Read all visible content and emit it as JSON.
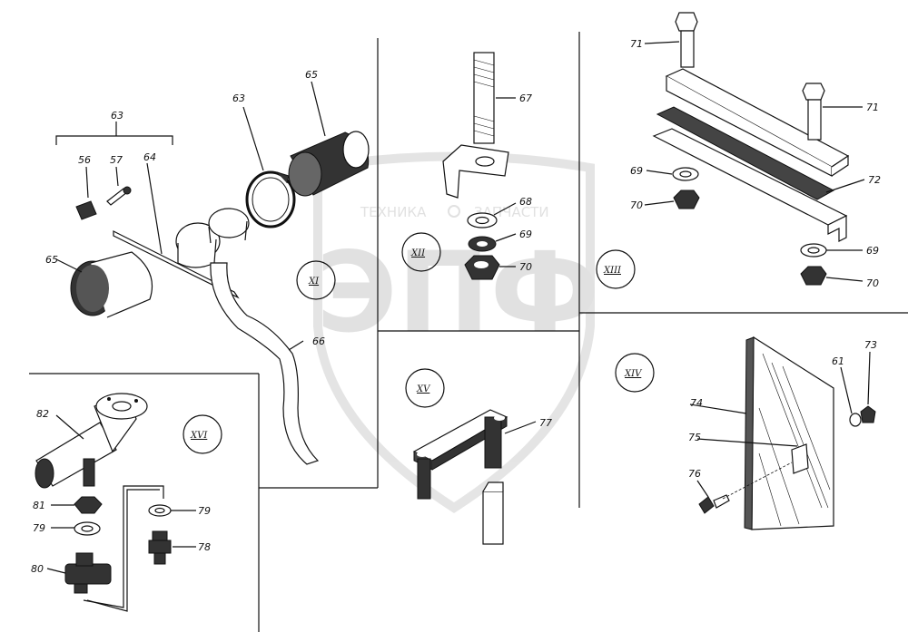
{
  "watermark": {
    "text_left": "ТЕХНИКА",
    "text_right": "ЗАПЧАСТИ",
    "logo": "ЭПФ"
  },
  "sections": [
    {
      "id": "sec-xi",
      "label": "XI"
    },
    {
      "id": "sec-xii",
      "label": "XII"
    },
    {
      "id": "sec-xiii",
      "label": "XIII"
    },
    {
      "id": "sec-xiv",
      "label": "XIV"
    },
    {
      "id": "sec-xv",
      "label": "XV"
    },
    {
      "id": "sec-xvi",
      "label": "XVI"
    }
  ],
  "callouts": [
    {
      "id": "c63a",
      "text": "63"
    },
    {
      "id": "c56",
      "text": "56"
    },
    {
      "id": "c57",
      "text": "57"
    },
    {
      "id": "c64",
      "text": "64"
    },
    {
      "id": "c63b",
      "text": "63"
    },
    {
      "id": "c65a",
      "text": "65"
    },
    {
      "id": "c65b",
      "text": "65"
    },
    {
      "id": "c66",
      "text": "66"
    },
    {
      "id": "c67",
      "text": "67"
    },
    {
      "id": "c68",
      "text": "68"
    },
    {
      "id": "c69a",
      "text": "69"
    },
    {
      "id": "c70a",
      "text": "70"
    },
    {
      "id": "c71a",
      "text": "71"
    },
    {
      "id": "c71b",
      "text": "71"
    },
    {
      "id": "c72",
      "text": "72"
    },
    {
      "id": "c69b",
      "text": "69"
    },
    {
      "id": "c70b",
      "text": "70"
    },
    {
      "id": "c69c",
      "text": "69"
    },
    {
      "id": "c70c",
      "text": "70"
    },
    {
      "id": "c73",
      "text": "73"
    },
    {
      "id": "c61",
      "text": "61"
    },
    {
      "id": "c74",
      "text": "74"
    },
    {
      "id": "c75",
      "text": "75"
    },
    {
      "id": "c76",
      "text": "76"
    },
    {
      "id": "c77",
      "text": "77"
    },
    {
      "id": "c82",
      "text": "82"
    },
    {
      "id": "c81",
      "text": "81"
    },
    {
      "id": "c79a",
      "text": "79"
    },
    {
      "id": "c80",
      "text": "80"
    },
    {
      "id": "c79b",
      "text": "79"
    },
    {
      "id": "c78",
      "text": "78"
    }
  ]
}
